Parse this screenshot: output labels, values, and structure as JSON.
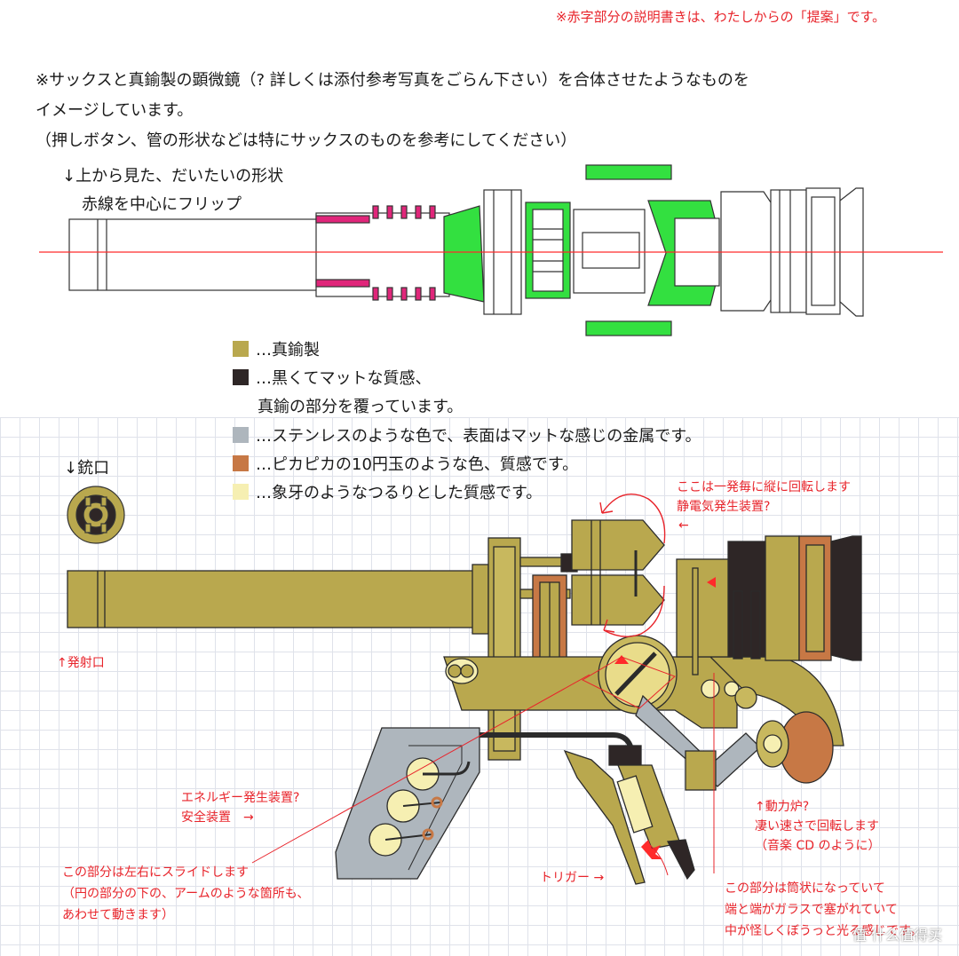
{
  "top_note": "※赤字部分の説明書きは、わたしからの「提案」です。",
  "intro": [
    "※サックスと真鍮製の顕微鏡（? 詳しくは添付参考写真をごらん下さい）を合体させたようなものを",
    "イメージしています。",
    "（押しボタン、管の形状などは特にサックスのものを参考にしてください）"
  ],
  "top_view_label": [
    "↓上から見た、だいたいの形状",
    "赤線を中心にフリップ"
  ],
  "legend": [
    {
      "color": "#b9a84e",
      "text": "…真鍮製"
    },
    {
      "color": "#2e2626",
      "text": "…黒くてマットな質感、"
    },
    {
      "color": "",
      "text": "真鍮の部分を覆っています。"
    },
    {
      "color": "#aeb6bd",
      "text": "…ステンレスのような色で、表面はマットな感じの金属です。"
    },
    {
      "color": "#c77845",
      "text": "…ピカピカの10円玉のような色、質感です。"
    },
    {
      "color": "#f6efb2",
      "text": "…象牙のようなつるりとした質感です。"
    }
  ],
  "muzzle_label": "↓銃口",
  "annotations": {
    "rotate": [
      "ここは一発毎に縦に回転します",
      "静電気発生装置?"
    ],
    "arrow_left": "←",
    "muzzle_exit": "↑発射口",
    "energy": [
      "エネルギー発生装置?",
      "安全装置　→"
    ],
    "slide": [
      "この部分は左右にスライドします",
      "（円の部分の下の、アームのような箇所も、",
      "あわせて動きます）"
    ],
    "trigger": "トリガー →",
    "reactor": [
      "↑動力炉?",
      "凄い速さで回転します",
      "（音楽 CD のように）"
    ],
    "tube": [
      "この部分は筒状になっていて",
      "端と端がガラスで塞がれていて",
      "中が怪しくぼうっと光る感じです。"
    ]
  },
  "watermark": "值 什么值得买"
}
